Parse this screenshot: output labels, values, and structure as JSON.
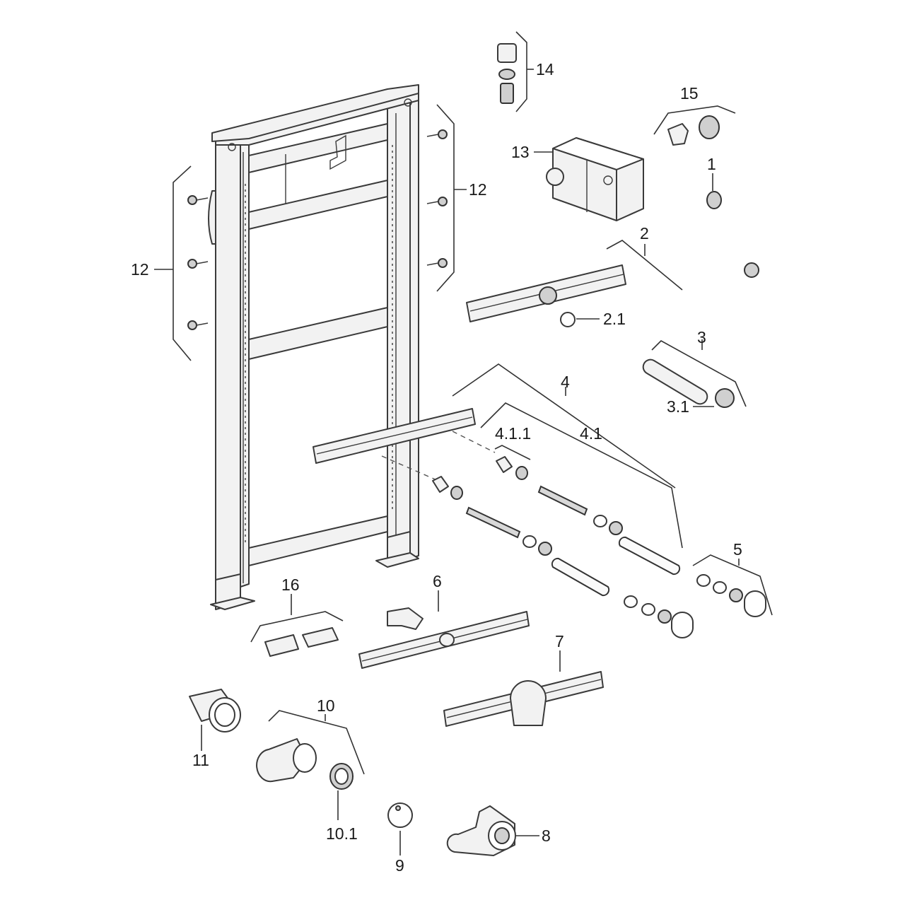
{
  "callouts": {
    "c1": "1",
    "c2": "2",
    "c2_1": "2.1",
    "c3": "3",
    "c3_1": "3.1",
    "c4": "4",
    "c4_1": "4.1",
    "c4_1_1": "4.1.1",
    "c5": "5",
    "c6": "6",
    "c7": "7",
    "c8": "8",
    "c9": "9",
    "c10": "10",
    "c10_1": "10.1",
    "c11": "11",
    "c12_left": "12",
    "c12_right": "12",
    "c13": "13",
    "c14": "14",
    "c15": "15",
    "c16": "16"
  },
  "colors": {
    "line": "#3a3a3a",
    "fill": "#f2f2f2",
    "background": "#ffffff"
  }
}
